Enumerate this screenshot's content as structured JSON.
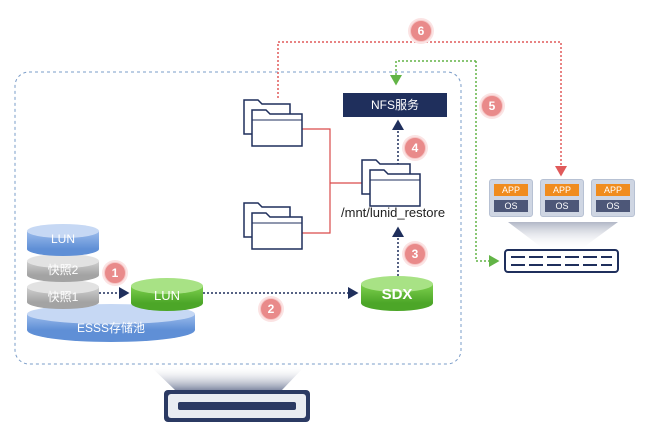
{
  "diagram": {
    "nodes": {
      "lun_top": "LUN",
      "snapshot2": "快照2",
      "snapshot1": "快照1",
      "pool": "ESSS存储池",
      "lun_green": "LUN",
      "sdx": "SDX",
      "nfs_service": "NFS服务",
      "mount_path": "/mnt/lunid_restore"
    },
    "vms": [
      {
        "app": "APP",
        "os": "OS"
      },
      {
        "app": "APP",
        "os": "OS"
      },
      {
        "app": "APP",
        "os": "OS"
      }
    ],
    "steps": [
      "1",
      "2",
      "3",
      "4",
      "5",
      "6"
    ]
  },
  "colors": {
    "navy": "#1f2f5c",
    "green": "#5cb531",
    "red_dotted": "#e05a5a",
    "green_dotted": "#62b446",
    "badge": "#e98a8a",
    "blue_disk": "#7fa6e0",
    "gray_disk": "#b6b6b6",
    "dashed_border": "#7a9cc8"
  },
  "icons": [
    "folder-icon",
    "server-icon",
    "storage-disk-icon"
  ]
}
